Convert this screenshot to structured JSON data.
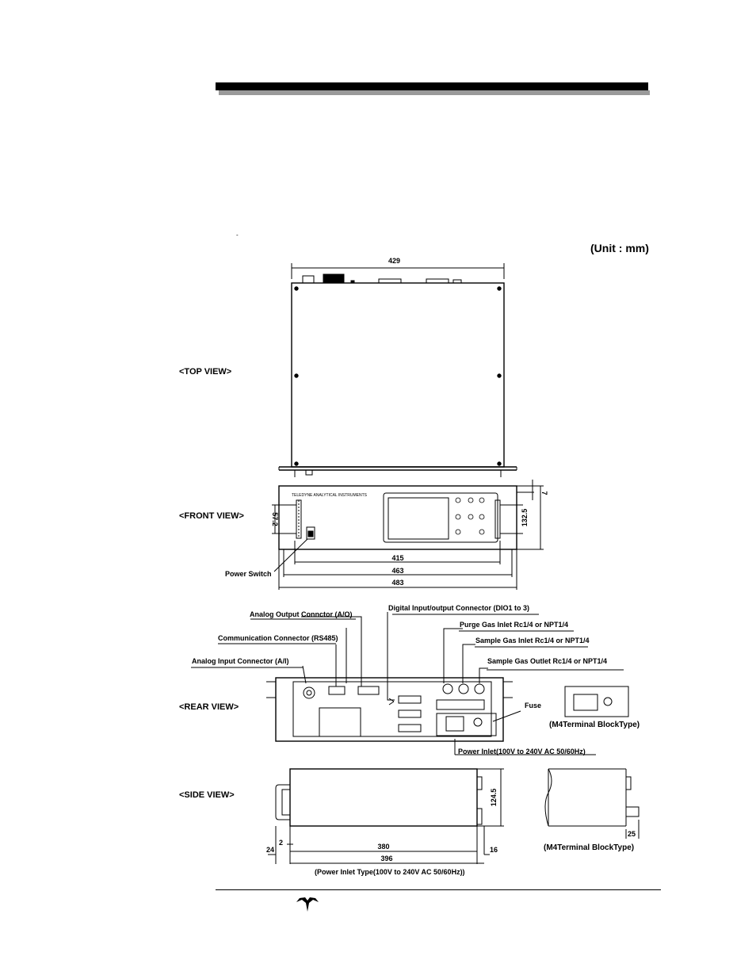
{
  "page": {
    "unit_label": "(Unit : mm)",
    "dash_mark": "-"
  },
  "views": {
    "top": "<TOP VIEW>",
    "front": "<FRONT VIEW>",
    "rear": "<REAR VIEW>",
    "side": "<SIDE VIEW>"
  },
  "top_view": {
    "width_dim": "429"
  },
  "front_view": {
    "brand_text": "TELEDYNE ANALYTICAL INSTRUMENTS",
    "height_dim_left": "57.2",
    "dim_7": "7",
    "height_dim_right": "132.5",
    "dim_415": "415",
    "dim_463": "463",
    "dim_483": "483",
    "power_switch": "Power Switch"
  },
  "rear_view": {
    "callouts": {
      "digital_io": "Digital Input/output Connector (DIO1 to 3)",
      "analog_output": "Analog Output Connctor (A/O)",
      "purge_gas_inlet": "Purge Gas Inlet Rc1/4 or NPT1/4",
      "communication": "Communication Connector (RS485)",
      "sample_gas_inlet": "Sample Gas Inlet Rc1/4 or NPT1/4",
      "analog_input": "Analog Input Connector (A/I)",
      "sample_gas_outlet": "Sample Gas Outlet Rc1/4 or NPT1/4",
      "fuse": "Fuse",
      "power_inlet": "Power Inlet(100V to 240V AC 50/60Hz)",
      "m4_terminal": "(M4Terminal BlockType)"
    }
  },
  "side_view": {
    "dim_124_5": "124.5",
    "dim_2": "2",
    "dim_24": "24",
    "dim_380": "380",
    "dim_16": "16",
    "dim_396": "396",
    "dim_25": "25",
    "m4_terminal": "(M4Terminal BlockType)",
    "power_inlet_type": "(Power Inlet Type(100V to 240V AC 50/60Hz))"
  },
  "colors": {
    "ink": "#000000",
    "shadow": "#9a9a9a"
  },
  "icons": {
    "footer_logo": "teledyne-logo-icon"
  }
}
